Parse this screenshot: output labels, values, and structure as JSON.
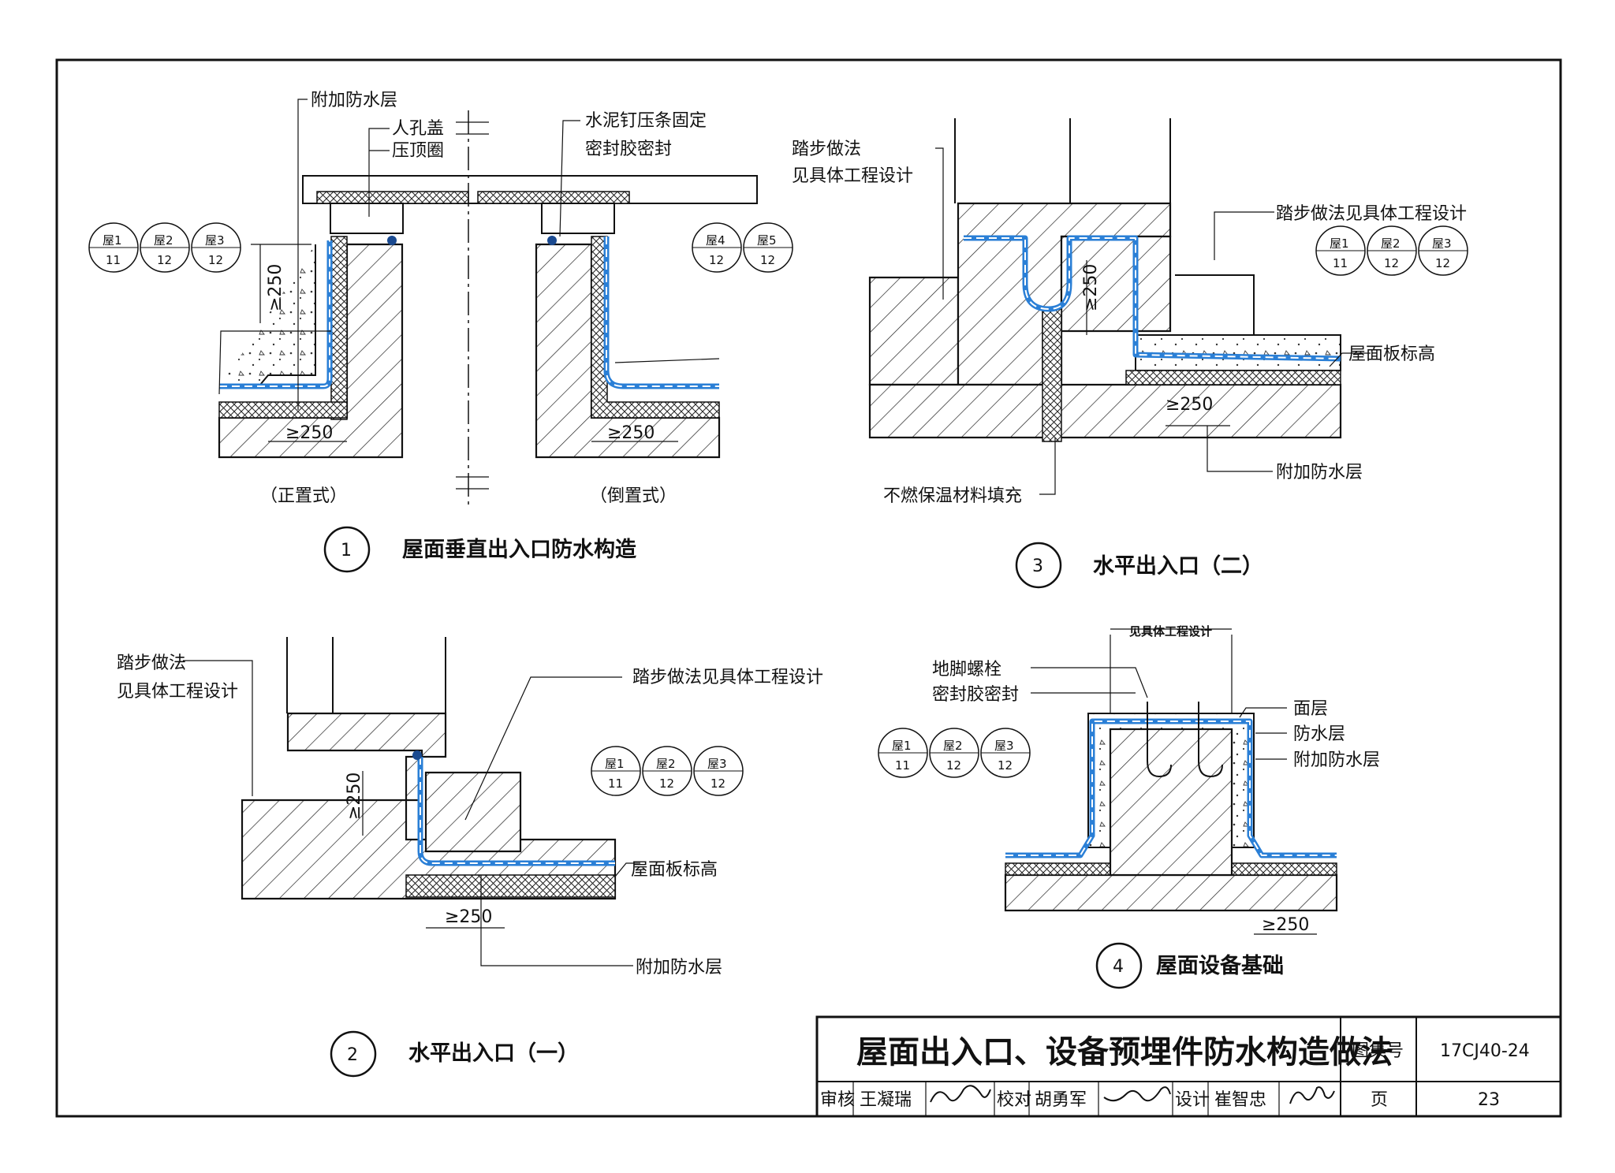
{
  "detail1": {
    "number": "1",
    "caption": "屋面垂直出入口防水构造",
    "labels": {
      "extra_wp": "附加防水层",
      "manhole_cover": "人孔盖",
      "top_ring": "压顶圈",
      "nail_strip": "水泥钉压条固定",
      "sealant": "密封胶密封",
      "mode_left": "（正置式）",
      "mode_right": "（倒置式）",
      "dim_h": "≥250",
      "dim_l": "≥250",
      "dim_r": "≥250"
    },
    "refs_left": [
      {
        "top": "屋1",
        "bot": "11"
      },
      {
        "top": "屋2",
        "bot": "12"
      },
      {
        "top": "屋3",
        "bot": "12"
      }
    ],
    "refs_right": [
      {
        "top": "屋4",
        "bot": "12"
      },
      {
        "top": "屋5",
        "bot": "12"
      }
    ]
  },
  "detail2": {
    "number": "2",
    "caption": "水平出入口（一）",
    "labels": {
      "step_a": "踏步做法",
      "step_b": "见具体工程设计",
      "step_full": "踏步做法见具体工程设计",
      "roof_level": "屋面板标高",
      "extra_wp": "附加防水层",
      "dim_h": "≥250",
      "dim_l": "≥250"
    },
    "refs": [
      {
        "top": "屋1",
        "bot": "11"
      },
      {
        "top": "屋2",
        "bot": "12"
      },
      {
        "top": "屋3",
        "bot": "12"
      }
    ]
  },
  "detail3": {
    "number": "3",
    "caption": "水平出入口（二）",
    "labels": {
      "step_a": "踏步做法",
      "step_b": "见具体工程设计",
      "step_full": "踏步做法见具体工程设计",
      "roof_level": "屋面板标高",
      "extra_wp": "附加防水层",
      "fill": "不燃保温材料填充",
      "dim_h": "≥250",
      "dim_l": "≥250"
    },
    "refs": [
      {
        "top": "屋1",
        "bot": "11"
      },
      {
        "top": "屋2",
        "bot": "12"
      },
      {
        "top": "屋3",
        "bot": "12"
      }
    ]
  },
  "detail4": {
    "number": "4",
    "caption": "屋面设备基础",
    "labels": {
      "per_design": "见具体工程设计",
      "anchor_bolt": "地脚螺栓",
      "sealant": "密封胶密封",
      "surface": "面层",
      "wp": "防水层",
      "extra_wp": "附加防水层",
      "dim_l": "≥250"
    },
    "refs": [
      {
        "top": "屋1",
        "bot": "11"
      },
      {
        "top": "屋2",
        "bot": "12"
      },
      {
        "top": "屋3",
        "bot": "12"
      }
    ]
  },
  "title_block": {
    "title": "屋面出入口、设备预埋件防水构造做法",
    "atlas_label": "图集号",
    "atlas_no": "17CJ40-24",
    "review_label": "审核",
    "reviewer": "王凝瑞",
    "check_label": "校对",
    "checker": "胡勇军",
    "design_label": "设计",
    "designer": "崔智忠",
    "page_label": "页",
    "page_no": "23"
  },
  "colors": {
    "waterproof": "#2a7fd6",
    "line": "#111111"
  }
}
